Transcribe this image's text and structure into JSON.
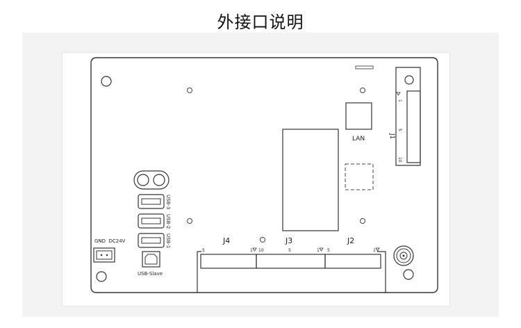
{
  "title": "外接口说明",
  "labels": {
    "lan": "LAN",
    "j1": "J1",
    "j1_pin1": "1",
    "j1_pin5": "5",
    "j1_pin10": "10",
    "usb3": "USB-3",
    "usb2": "USB-2",
    "usb1": "USB-1",
    "usb_slave": "USB-Slave",
    "gnd_dc24v": "GND  DC24V",
    "j4": "J4",
    "j3": "J3",
    "j2": "J2",
    "j4_left": "5",
    "j4_right": "1",
    "j3_left": "10",
    "j3_mid": "5",
    "j3_right": "1",
    "j2_left": "5",
    "j2_right": "1"
  }
}
